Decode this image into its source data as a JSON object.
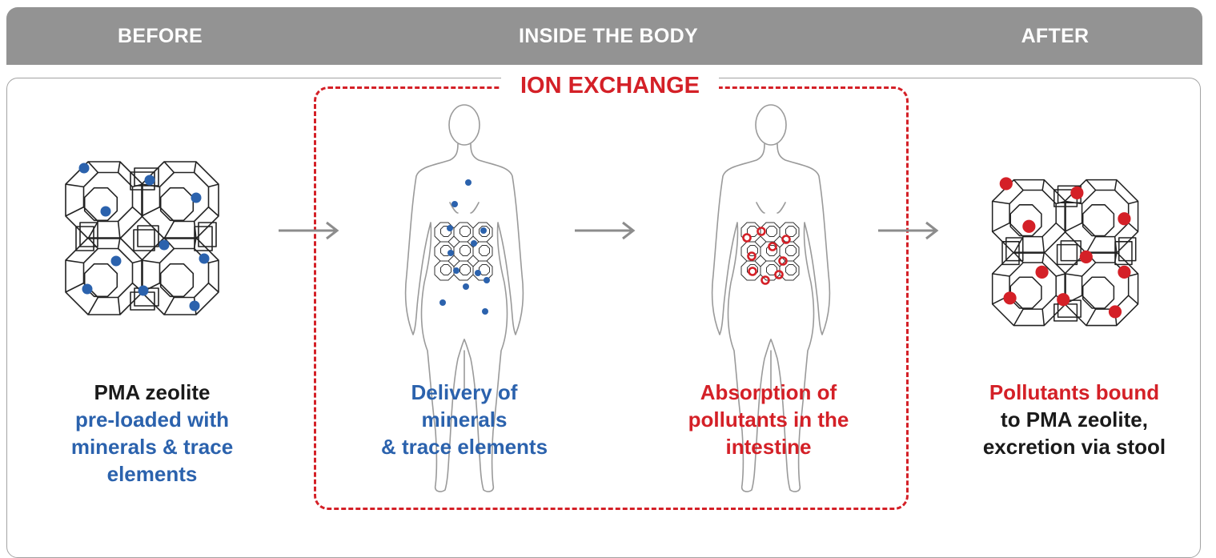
{
  "header": {
    "before_label": "BEFORE",
    "inside_label": "INSIDE THE BODY",
    "after_label": "AFTER"
  },
  "ion_exchange": {
    "title": "ION EXCHANGE"
  },
  "captions": {
    "before": {
      "line1": "PMA zeolite",
      "line2": "pre-loaded with",
      "line3": "minerals & trace",
      "line4": "elements"
    },
    "delivery": {
      "line1": "Delivery of",
      "line2": "minerals",
      "line3": "& trace elements"
    },
    "absorption": {
      "line1": "Absorption of",
      "line2": "pollutants in the",
      "line3": "intestine"
    },
    "after": {
      "line1": "Pollutants bound",
      "line2": "to PMA zeolite,",
      "line3": "excretion via stool"
    }
  },
  "colors": {
    "header_gray": "#939393",
    "mineral_blue": "#2b62ad",
    "pollutant_red": "#d42027",
    "arrow_gray": "#8c8c8c"
  },
  "icons": [
    "zeolite-structure-icon",
    "human-body-icon",
    "arrow-right-icon"
  ]
}
